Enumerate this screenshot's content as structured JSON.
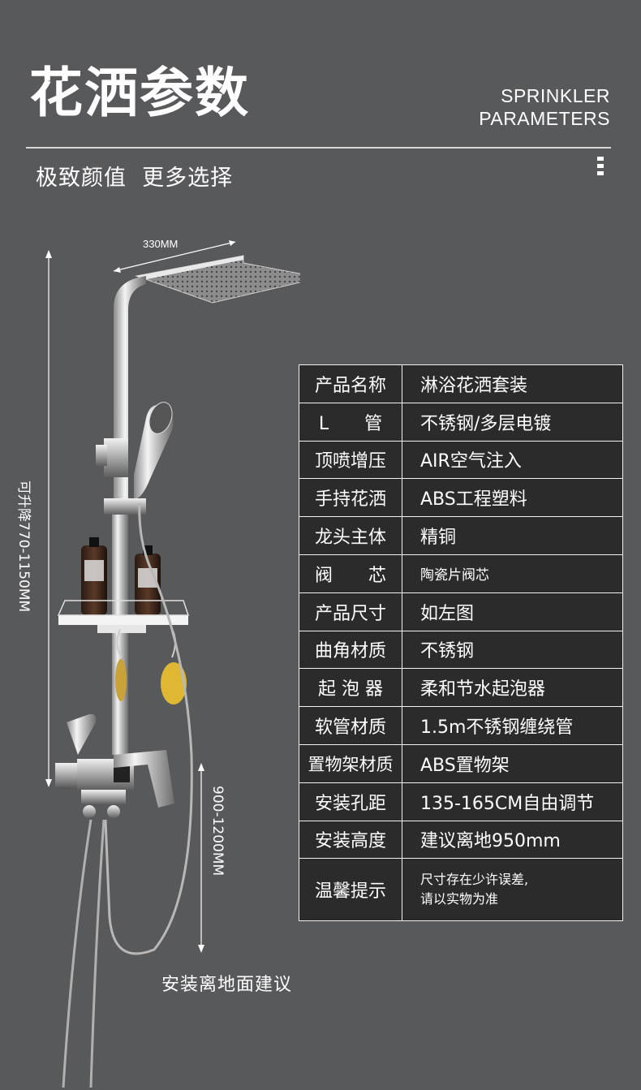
{
  "header": {
    "title": "花洒参数",
    "title_en_line1": "SPRINKLER",
    "title_en_line2": "PARAMETERS",
    "subtitle": "极致颜值  更多选择"
  },
  "dimensions": {
    "width": "330MM",
    "lift_range": "可升降770-1150MM",
    "install_height": "900-1200MM",
    "install_note": "安装离地面建议"
  },
  "params": [
    {
      "key": "产品名称",
      "value": "淋浴花洒套装"
    },
    {
      "key": "L　　管",
      "value": "不锈钢/多层电镀"
    },
    {
      "key": "顶喷增压",
      "value": "AIR空气注入"
    },
    {
      "key": "手持花洒",
      "value": "ABS工程塑料"
    },
    {
      "key": "龙头主体",
      "value": "精铜"
    },
    {
      "key": "阀　　芯",
      "value": "陶瓷片阀芯"
    },
    {
      "key": "产品尺寸",
      "value": "如左图"
    },
    {
      "key": "曲角材质",
      "value": "不锈钢"
    },
    {
      "key": "起 泡 器",
      "value": "柔和节水起泡器"
    },
    {
      "key": "软管材质",
      "value": "1.5m不锈钢缠绕管"
    },
    {
      "key": "置物架材质",
      "value": "ABS置物架"
    },
    {
      "key": "安装孔距",
      "value": "135-165CM自由调节"
    },
    {
      "key": "安装高度",
      "value": "建议离地950mm"
    },
    {
      "key": "温馨提示",
      "value_line1": "尺寸存在少许误差,",
      "value_line2": "请以实物为准"
    }
  ],
  "colors": {
    "background": "#58595b",
    "table_bg": "#2b2b2b",
    "text": "#ffffff"
  }
}
